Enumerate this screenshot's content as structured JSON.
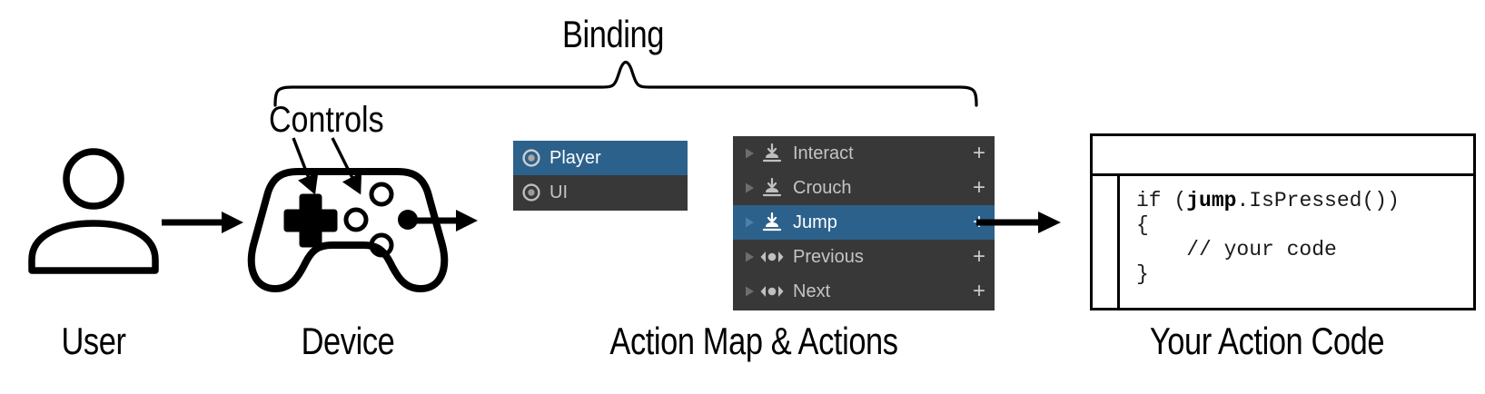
{
  "diagram": {
    "top_label": "Binding",
    "controls_label": "Controls",
    "stages": [
      {
        "key": "user",
        "caption": "User"
      },
      {
        "key": "device",
        "caption": "Device"
      },
      {
        "key": "maps",
        "caption": "Action Map & Actions"
      },
      {
        "key": "code",
        "caption": "Your Action Code"
      }
    ]
  },
  "colors": {
    "panel_bg": "#383838",
    "selection": "#2c618c",
    "text": "#c4c4c4",
    "text_selected": "#ffffff",
    "stroke": "#000000",
    "page_bg": "#ffffff"
  },
  "action_maps": {
    "rows": [
      {
        "label": "Player",
        "icon": "action-map-icon",
        "selected": true
      },
      {
        "label": "UI",
        "icon": "action-map-icon",
        "selected": false
      }
    ]
  },
  "actions": {
    "add_label": "+",
    "rows": [
      {
        "label": "Interact",
        "icon": "button-action-icon",
        "selected": false,
        "add": "+"
      },
      {
        "label": "Crouch",
        "icon": "button-action-icon",
        "selected": false,
        "add": "+"
      },
      {
        "label": "Jump",
        "icon": "button-action-icon",
        "selected": true,
        "add": "+"
      },
      {
        "label": "Previous",
        "icon": "axis-action-icon",
        "selected": false,
        "add": "+"
      },
      {
        "label": "Next",
        "icon": "axis-action-icon",
        "selected": false,
        "add": "+"
      }
    ]
  },
  "code_window": {
    "lines": [
      {
        "pre": "if (",
        "bold": "jump",
        "post": ".IsPressed())"
      },
      {
        "pre": "{",
        "bold": "",
        "post": ""
      },
      {
        "pre": "    // your code",
        "bold": "",
        "post": ""
      },
      {
        "pre": "}",
        "bold": "",
        "post": ""
      }
    ]
  }
}
